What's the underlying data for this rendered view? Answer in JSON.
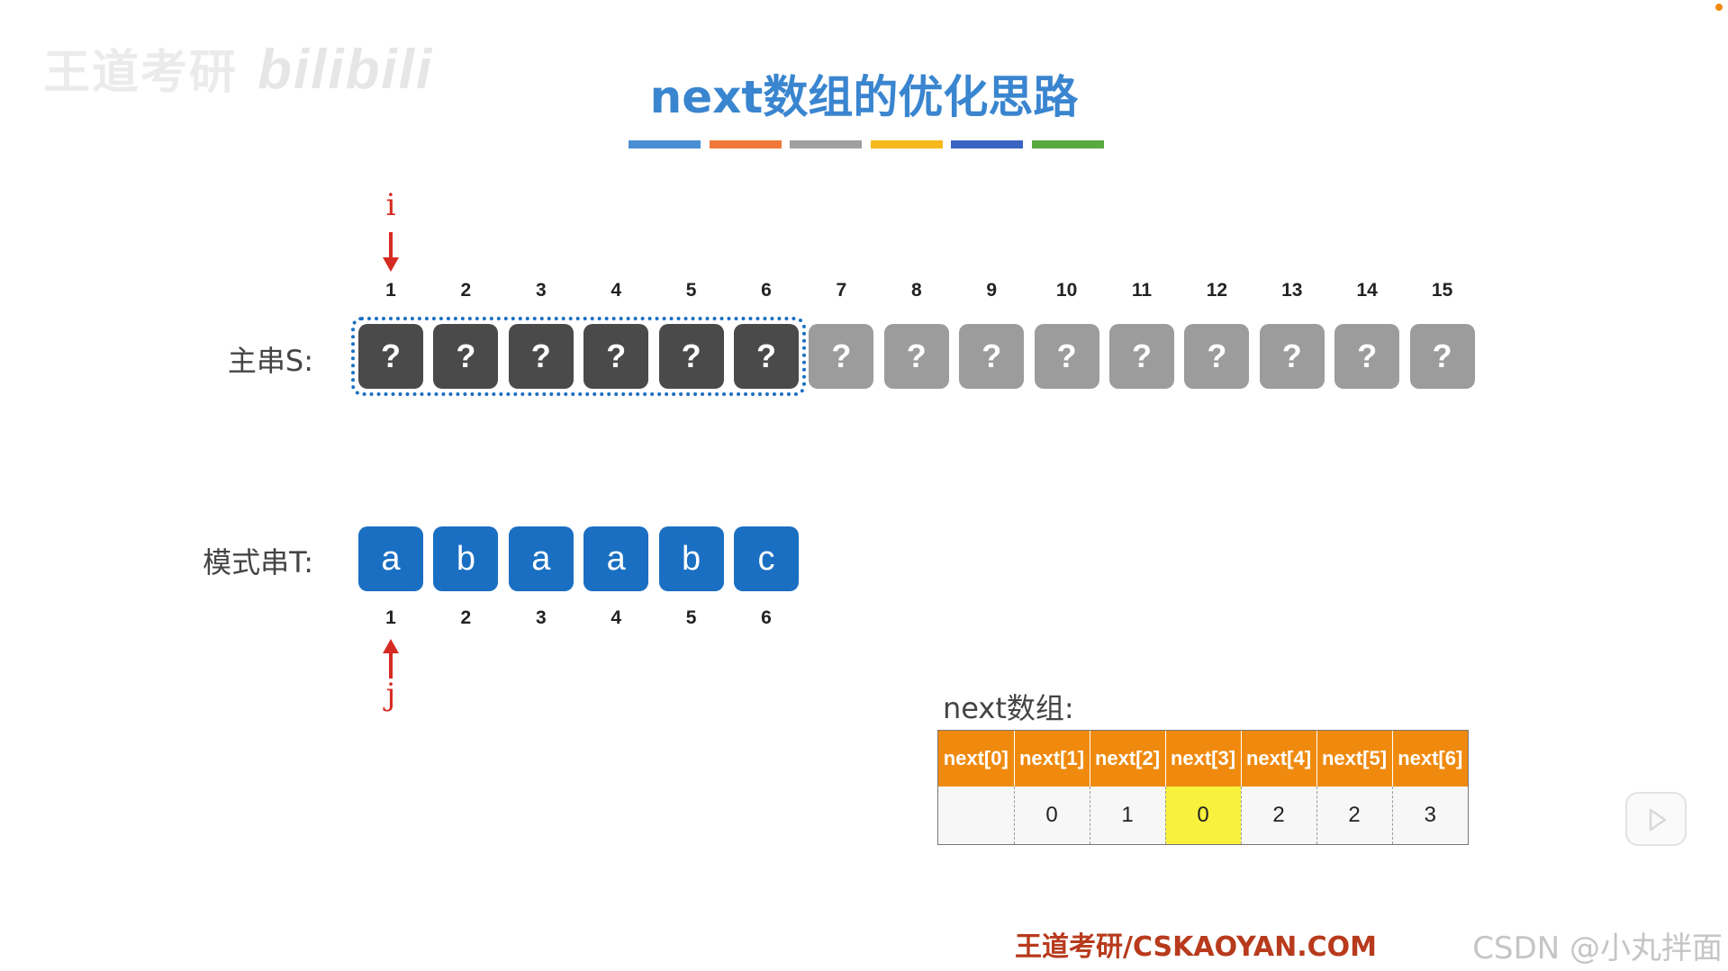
{
  "watermark_top": {
    "text": "王道考研",
    "bili": "bilibili"
  },
  "colors": {
    "title": "#3a85cf",
    "pointer": "#d62b22",
    "cell_dark": "#4a4a4a",
    "cell_gray": "#9c9c9c",
    "cell_blue": "#1a6fc2",
    "table_header": "#f08a0e",
    "highlight": "#f8f23e",
    "brand": "#b83a1c",
    "corner_dot": "#f08a0e"
  },
  "title": "next数组的优化思路",
  "title_bar_colors": [
    "#4a8fd4",
    "#f07838",
    "#a0a0a0",
    "#f6b81a",
    "#3a64c2",
    "#5aa83e"
  ],
  "pointer_i": {
    "label": "i",
    "direction": "down",
    "index": 1
  },
  "pointer_j": {
    "label": "j",
    "direction": "up",
    "index": 1
  },
  "main_string": {
    "label": "主串S:",
    "indices": [
      "1",
      "2",
      "3",
      "4",
      "5",
      "6",
      "7",
      "8",
      "9",
      "10",
      "11",
      "12",
      "13",
      "14",
      "15"
    ],
    "chars": [
      "?",
      "?",
      "?",
      "?",
      "?",
      "?",
      "?",
      "?",
      "?",
      "?",
      "?",
      "?",
      "?",
      "?",
      "?"
    ],
    "dark_count": 6
  },
  "pattern": {
    "label": "模式串T:",
    "chars": [
      "a",
      "b",
      "a",
      "a",
      "b",
      "c"
    ],
    "indices": [
      "1",
      "2",
      "3",
      "4",
      "5",
      "6"
    ]
  },
  "next_table": {
    "caption": "next数组:",
    "headers": [
      "next[0]",
      "next[1]",
      "next[2]",
      "next[3]",
      "next[4]",
      "next[5]",
      "next[6]"
    ],
    "values": [
      "",
      "0",
      "1",
      "0",
      "2",
      "2",
      "3"
    ],
    "highlight_index": 3
  },
  "brand": "王道考研/CSKAOYAN.COM",
  "watermark_bottom": "CSDN @小丸拌面"
}
